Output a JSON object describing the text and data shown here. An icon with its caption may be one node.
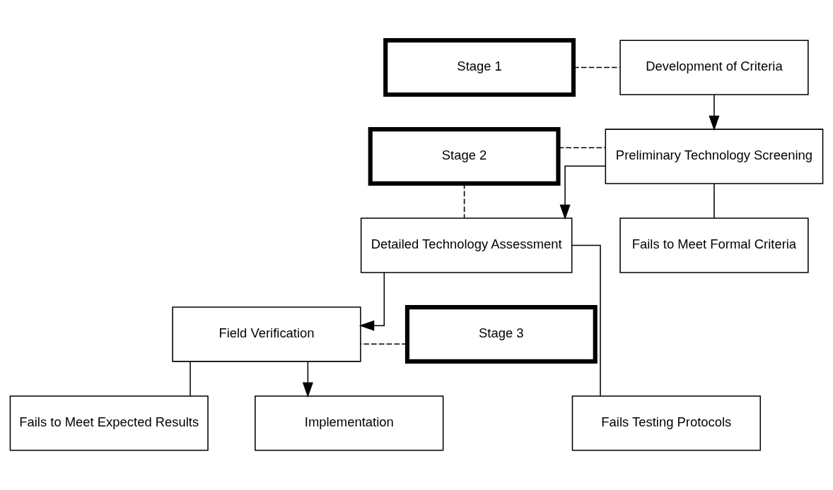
{
  "diagram": {
    "nodes": [
      {
        "text": [
          "Stage 1"
        ]
      },
      {
        "text": [
          "Development of Criteria"
        ]
      },
      {
        "text": [
          "Preliminary Technology Screening"
        ]
      },
      {
        "text": [
          "Stage 2"
        ]
      },
      {
        "text": [
          "Fails to Meet Formal Criteria"
        ]
      },
      {
        "text": [
          "Detailed Technology Assessment"
        ]
      },
      {
        "text": [
          "Fails Testing Protocols"
        ]
      },
      {
        "text": [
          "Stage 3"
        ]
      },
      {
        "text": [
          "Field Verification"
        ]
      },
      {
        "text": [
          "Fails to Meet Expected Results"
        ]
      },
      {
        "text": [
          "Implementation"
        ]
      }
    ],
    "edges": [
      {
        "from": 0,
        "to": 1,
        "arrow": "none",
        "style": "dashed"
      },
      {
        "from": 1,
        "to": 2,
        "arrow": "to"
      },
      {
        "from": 3,
        "to": 2,
        "arrow": "none",
        "style": "dashed"
      },
      {
        "from": 3,
        "to": 5,
        "arrow": "none",
        "style": "dashed"
      },
      {
        "from": 2,
        "to": 5,
        "arrow": "to"
      },
      {
        "from": 2,
        "to": 4,
        "arrow": "none"
      },
      {
        "from": 5,
        "to": 8,
        "arrow": "to"
      },
      {
        "from": 5,
        "to": 6,
        "arrow": "none"
      },
      {
        "from": 7,
        "to": 8,
        "arrow": "none",
        "style": "dashed"
      },
      {
        "from": 8,
        "to": 10,
        "arrow": "to"
      },
      {
        "from": 8,
        "to": 9,
        "arrow": "none"
      }
    ]
  }
}
